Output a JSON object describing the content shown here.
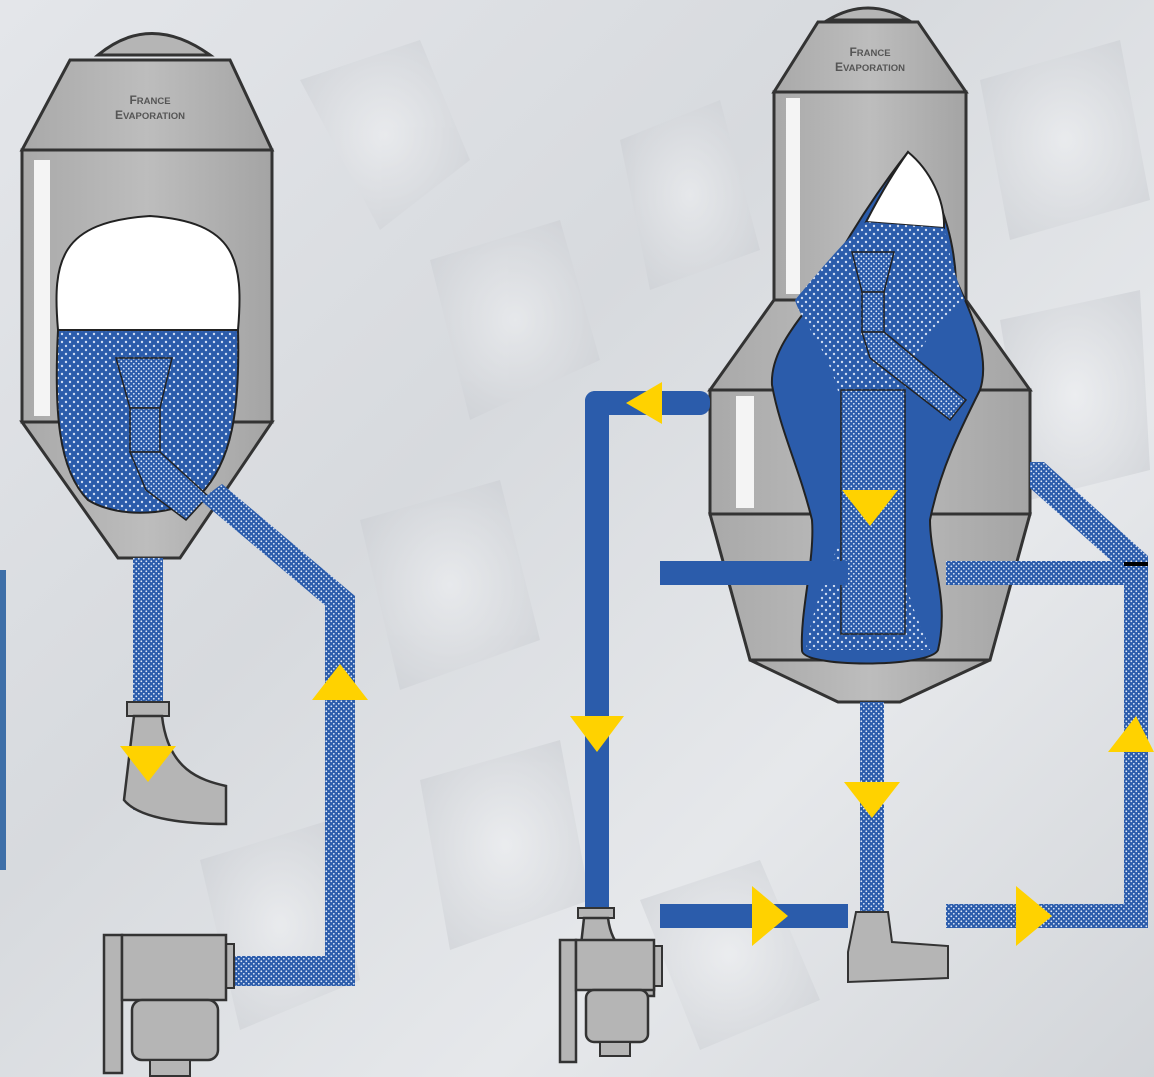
{
  "colors": {
    "liquid": "#2b5cab",
    "steel": "#b5b5b5",
    "arrow": "#ffd200",
    "outline": "#333333",
    "vapor": "#ffffff"
  },
  "evaporator_left": {
    "brand_word1_initial": "F",
    "brand_word1_rest": "RANCE",
    "brand_word2_initial": "E",
    "brand_word2_rest": "VAPORATION"
  },
  "evaporator_right": {
    "brand_word1_initial": "F",
    "brand_word1_rest": "RANCE",
    "brand_word2_initial": "E",
    "brand_word2_rest": "VAPORATION"
  },
  "flow_directions": {
    "left_down_pipe": "down",
    "left_return_pipe": "up",
    "right_outer_left_pipe": "down",
    "right_top_return": "left",
    "right_center_down": "down",
    "right_bottom_segment_1": "right",
    "right_bottom_segment_2": "right",
    "right_riser": "up",
    "right_inner_downcomer": "down"
  }
}
